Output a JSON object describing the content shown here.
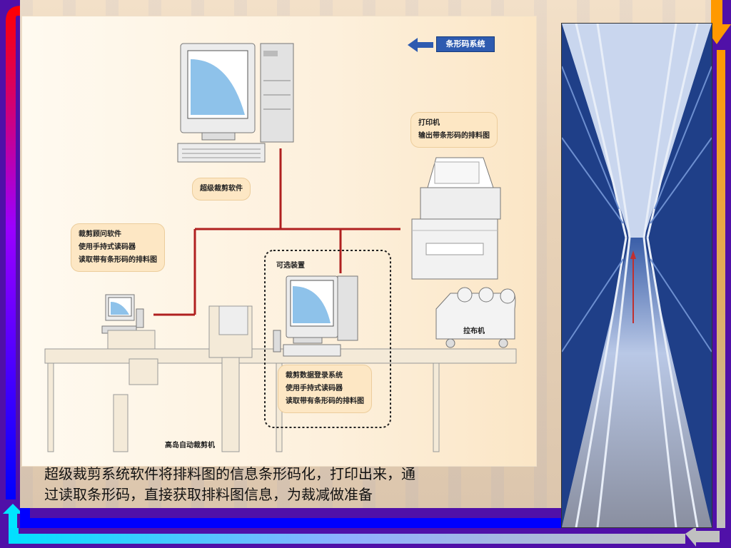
{
  "diagram": {
    "system_tag": "条形码系统",
    "software_label": "超级裁剪软件",
    "printer_label_lines": [
      "打印机",
      "输出带条形码的排料图"
    ],
    "consult_label_lines": [
      "裁剪顾问软件",
      "使用手持式读码器",
      "读取带有条形码的排料图"
    ],
    "optional_label": "可选装置",
    "cutting_data_label_lines": [
      "裁剪数据登录系统",
      "使用手持式读码器",
      "读取带有条形码的排料图"
    ],
    "spreader_label": "拉布机",
    "cutter_label": "高岛自动裁剪机"
  },
  "caption": {
    "line1": "超级裁剪系统软件将排料图的信息条形码化，打印出来，通",
    "line2": "过读取条形码，直接获取排料图信息，为裁减做准备"
  },
  "colors": {
    "frame_red": "#ff0000",
    "frame_blue": "#0000ff",
    "frame_cyan": "#00ccff",
    "frame_orange": "#ff9900",
    "network_line": "#b02020",
    "tag_blue": "#2e5bb0"
  }
}
